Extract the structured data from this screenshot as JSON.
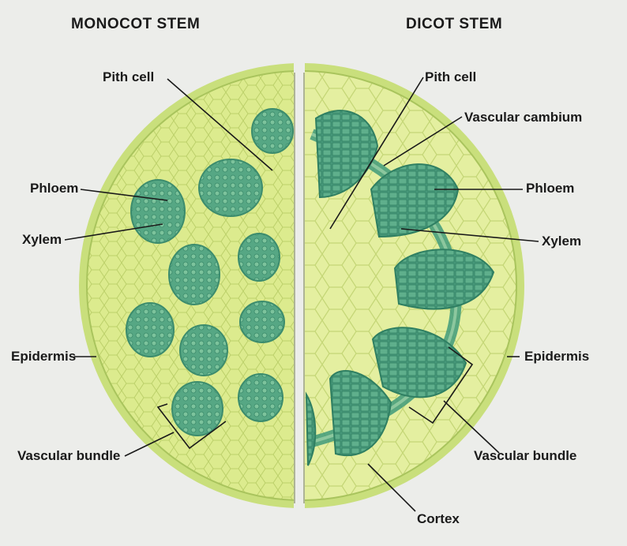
{
  "headings": {
    "monocot": "MONOCOT STEM",
    "dicot": "DICOT STEM"
  },
  "monocot_labels": {
    "pith_cell": "Pith cell",
    "phloem": "Phloem",
    "xylem": "Xylem",
    "epidermis": "Epidermis",
    "vascular_bundle": "Vascular bundle"
  },
  "dicot_labels": {
    "pith_cell": "Pith cell",
    "vascular_cambium": "Vascular cambium",
    "phloem": "Phloem",
    "xylem": "Xylem",
    "epidermis": "Epidermis",
    "vascular_bundle": "Vascular bundle",
    "cortex": "Cortex"
  },
  "colors": {
    "background": "#ecedea",
    "tissue": "#d9e98a",
    "tissue_light": "#e6f0a6",
    "bundle_dark": "#3f9a7a",
    "bundle_mid": "#62b08a",
    "epidermis": "#c9df7c"
  }
}
